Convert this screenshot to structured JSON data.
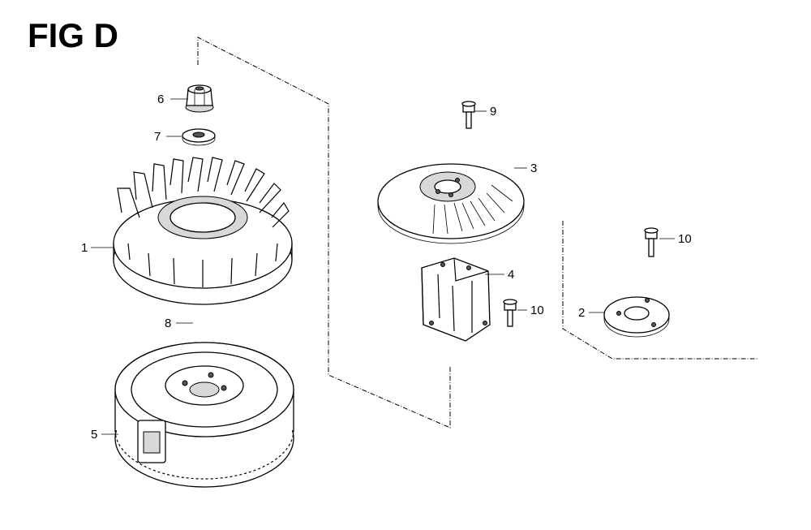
{
  "figure": {
    "title": "FIG D"
  },
  "callouts": [
    {
      "id": "c1",
      "label": "1"
    },
    {
      "id": "c2",
      "label": "2"
    },
    {
      "id": "c3",
      "label": "3"
    },
    {
      "id": "c4",
      "label": "4"
    },
    {
      "id": "c5",
      "label": "5"
    },
    {
      "id": "c6",
      "label": "6"
    },
    {
      "id": "c7",
      "label": "7"
    },
    {
      "id": "c8",
      "label": "8"
    },
    {
      "id": "c9",
      "label": "9"
    },
    {
      "id": "c10a",
      "label": "10"
    },
    {
      "id": "c10b",
      "label": "10"
    }
  ]
}
